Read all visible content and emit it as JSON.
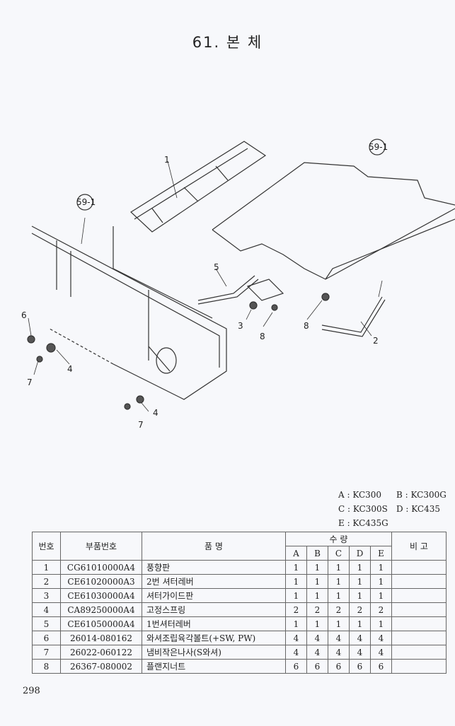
{
  "title": "61. 본 체",
  "diagram": {
    "callouts": [
      "1",
      "2",
      "3",
      "4",
      "4",
      "5",
      "6",
      "7",
      "7",
      "8",
      "8"
    ],
    "ref_labels": [
      "59-1",
      "59-1"
    ]
  },
  "legend": [
    "A : KC300",
    "B : KC300G",
    "C : KC300S",
    "D : KC435",
    "E : KC435G"
  ],
  "table": {
    "headers": {
      "no": "번호",
      "part_no": "부품번호",
      "name": "품 명",
      "qty": "수 량",
      "remark": "비 고",
      "models": [
        "A",
        "B",
        "C",
        "D",
        "E"
      ]
    },
    "rows": [
      {
        "no": "1",
        "part_no": "CG61010000A4",
        "name": "풍향판",
        "qty": [
          "1",
          "1",
          "1",
          "1",
          "1"
        ]
      },
      {
        "no": "2",
        "part_no": "CE61020000A3",
        "name": "2번 셔터레버",
        "qty": [
          "1",
          "1",
          "1",
          "1",
          "1"
        ]
      },
      {
        "no": "3",
        "part_no": "CE61030000A4",
        "name": "셔터가이드판",
        "qty": [
          "1",
          "1",
          "1",
          "1",
          "1"
        ]
      },
      {
        "no": "4",
        "part_no": "CA89250000A4",
        "name": "고정스프링",
        "qty": [
          "2",
          "2",
          "2",
          "2",
          "2"
        ]
      },
      {
        "no": "5",
        "part_no": "CE61050000A4",
        "name": "1번셔터레버",
        "qty": [
          "1",
          "1",
          "1",
          "1",
          "1"
        ]
      },
      {
        "no": "6",
        "part_no": "26014-080162",
        "name": "와셔조립육각볼트(+SW, PW)",
        "qty": [
          "4",
          "4",
          "4",
          "4",
          "4"
        ]
      },
      {
        "no": "7",
        "part_no": "26022-060122",
        "name": "냄비작은나사(S와셔)",
        "qty": [
          "4",
          "4",
          "4",
          "4",
          "4"
        ]
      },
      {
        "no": "8",
        "part_no": "26367-080002",
        "name": "플랜지너트",
        "qty": [
          "6",
          "6",
          "6",
          "6",
          "6"
        ]
      }
    ]
  },
  "page_number": "298"
}
